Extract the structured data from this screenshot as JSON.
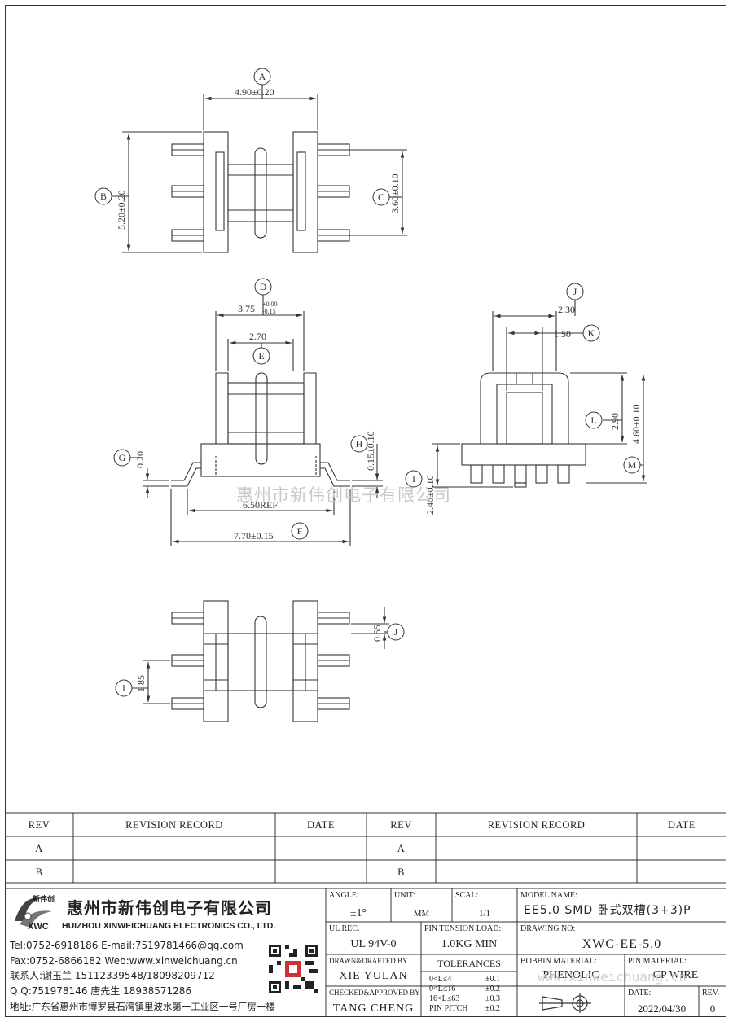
{
  "drawing": {
    "watermark": "惠州市新伟创电子有限公司",
    "watermark2": "www.xinweichuang.cn",
    "top_view": {
      "dim_a": {
        "tag": "A",
        "value": "4.90±0.20"
      },
      "dim_b": {
        "tag": "B",
        "value": "5.20±0.20"
      },
      "dim_c": {
        "tag": "C",
        "value": "3.60±0.10"
      }
    },
    "front_view": {
      "dim_d": {
        "tag": "D",
        "value": "3.75",
        "tol_upper": "+0.00",
        "tol_lower": "-0.15"
      },
      "dim_e": {
        "tag": "E",
        "value": "2.70"
      },
      "dim_g": {
        "tag": "G",
        "value": "0.20"
      },
      "dim_h": {
        "tag": "H",
        "value": "0.15±0.10"
      },
      "ref": "6.50REF",
      "dim_f": {
        "tag": "F",
        "value": "7.70±0.15"
      }
    },
    "side_view": {
      "dim_j": {
        "tag": "J",
        "value": "2.30"
      },
      "dim_k": {
        "tag": "K",
        "value": "1.50"
      },
      "dim_l": {
        "tag": "L",
        "value": "2.90"
      },
      "dim_m": {
        "tag": "M",
        "value": "4.60±0.10"
      },
      "dim_i": {
        "tag": "I",
        "value": "2.40±0.10"
      }
    },
    "bottom_view": {
      "dim_j": {
        "tag": "J",
        "value": "0.55"
      },
      "dim_i": {
        "tag": "I",
        "value": "1.85"
      }
    }
  },
  "revision": {
    "headers": [
      "REV",
      "REVISION RECORD",
      "DATE",
      "REV",
      "REVISION RECORD",
      "DATE"
    ],
    "rows": [
      [
        "A",
        "",
        "",
        "A",
        "",
        ""
      ],
      [
        "B",
        "",
        "",
        "B",
        "",
        ""
      ]
    ]
  },
  "company": {
    "logo_text": "新伟创",
    "logo_abbr": "XWC",
    "name_cn": "惠州市新伟创电子有限公司",
    "name_en": "HUIZHOU XINWEICHUANG ELECTRONICS CO., LTD.",
    "line1": "Tel:0752-6918186 E-mail:7519781466@qq.com",
    "line2": "Fax:0752-6866182 Web:www.xinweichuang.cn",
    "line3": "联系人:谢玉兰 15112339548/18098209712",
    "line4": "Q Q:751978146   唐先生 18938571286",
    "address": "地址:广东省惠州市博罗县石湾镇里波水第一工业区一号厂房一楼"
  },
  "title_block": {
    "angle_label": "ANGLE:",
    "angle_value": "±1°",
    "unit_label": "UNIT:",
    "unit_value": "MM",
    "scale_label": "SCAL:",
    "scale_value": "1/1",
    "model_label": "MODEL NAME:",
    "model_value": "EE5.0 SMD 卧式双槽(3+3)P",
    "ul_label": "UL REC.",
    "ul_value": "UL 94V-0",
    "pin_tension_label": "PIN TENSION LOAD:",
    "pin_tension_value": "1.0KG MIN",
    "drawing_no_label": "DRAWING NO:",
    "drawing_no_value": "XWC-EE-5.0",
    "drawn_label": "DRAWN&DRAFTED BY",
    "drawn_value": "XIE YULAN",
    "tolerances_label": "TOLERANCES",
    "tolerances": [
      {
        "range": "0<L≤4",
        "tol": "±0.1"
      },
      {
        "range": "0<L≤16",
        "tol": "±0.2"
      },
      {
        "range": "16<L≤63",
        "tol": "±0.3"
      },
      {
        "range": "PIN PITCH",
        "tol": "±0.2"
      }
    ],
    "bobbin_label": "BOBBIN MATERIAL:",
    "bobbin_value": "PHENOLIC",
    "pin_material_label": "PIN MATERIAL:",
    "pin_material_value": "CP WIRE",
    "checked_label": "CHECKED&APPROVED BY",
    "checked_value": "TANG CHENG",
    "date_label": "DATE:",
    "date_value": "2022/04/30",
    "rev_label": "REV.",
    "rev_value": "0"
  }
}
